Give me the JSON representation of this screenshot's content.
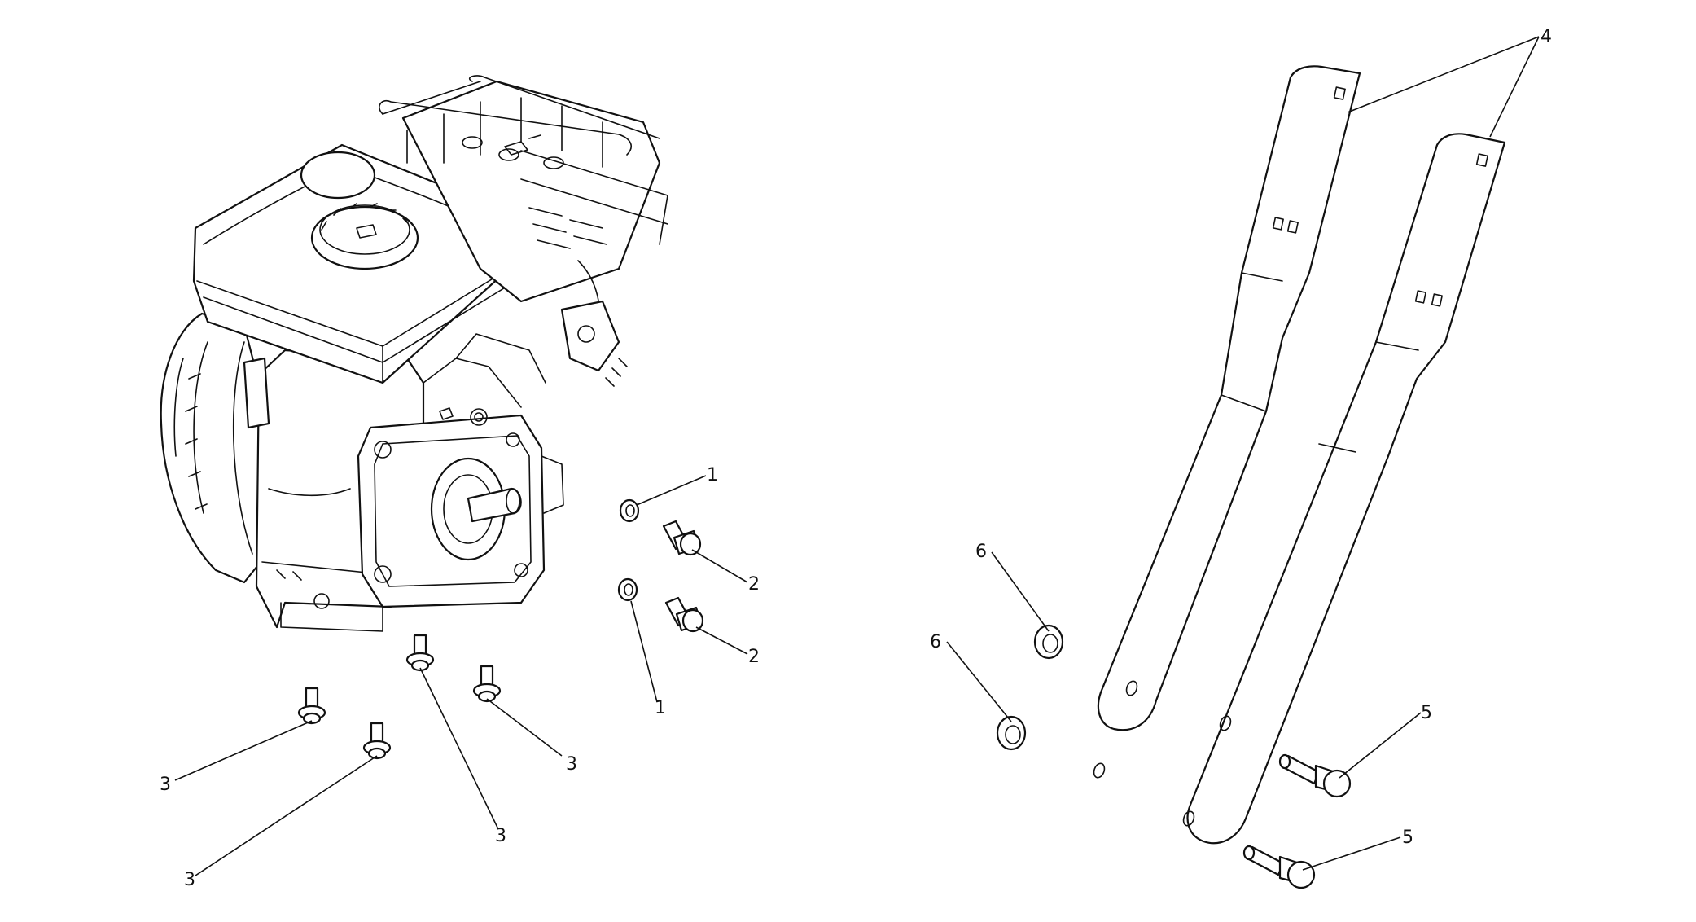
{
  "callouts": {
    "c1a": "1",
    "c1b": "1",
    "c2a": "2",
    "c2b": "2",
    "c3a": "3",
    "c3b": "3",
    "c3c": "3",
    "c3d": "3",
    "c4": "4",
    "c5a": "5",
    "c5b": "5",
    "c6a": "6",
    "c6b": "6"
  }
}
